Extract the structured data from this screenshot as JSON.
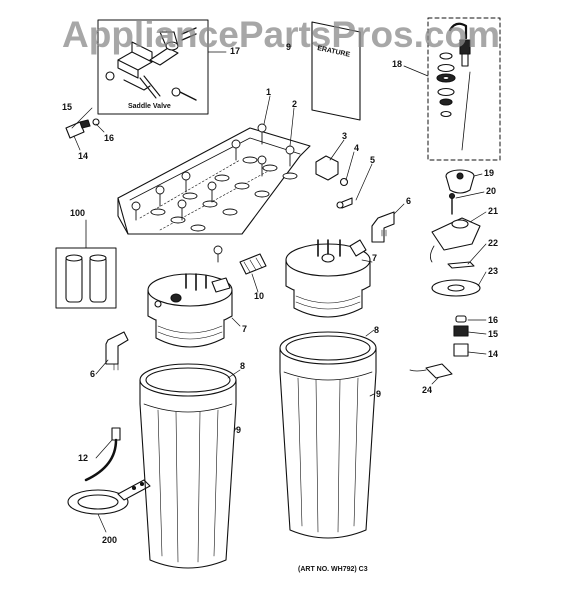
{
  "watermark": "AppliancePartsPros.com",
  "art_number": "(ART NO. WH792) C3",
  "saddle_valve_label": "Saddle Valve",
  "manual_text": "ERATURE",
  "callouts": {
    "c1": "1",
    "c2": "2",
    "c3": "3",
    "c4": "4",
    "c5": "5",
    "c6a": "6",
    "c6b": "6",
    "c7a": "7",
    "c7b": "7",
    "c8a": "8",
    "c8b": "8",
    "c9a": "9",
    "c9b": "9",
    "c9m": "9",
    "c10": "10",
    "c12": "12",
    "c14a": "14",
    "c14b": "14",
    "c15a": "15",
    "c15b": "15",
    "c16a": "16",
    "c16b": "16",
    "c17": "17",
    "c18": "18",
    "c19": "19",
    "c20": "20",
    "c21": "21",
    "c22": "22",
    "c23": "23",
    "c24": "24",
    "c100": "100",
    "c200": "200"
  }
}
